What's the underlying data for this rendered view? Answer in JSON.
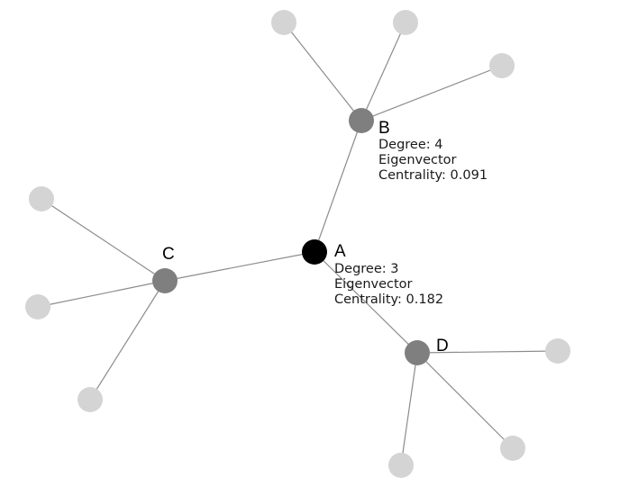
{
  "colors": {
    "edge": "#8c8c8c",
    "leaf_node": "#d4d4d4",
    "hub_node": "#7f7f7f",
    "center_node": "#000000",
    "background": "#ffffff"
  },
  "nodes": {
    "A": {
      "label": "A",
      "info": [
        "Degree: 3",
        "Eigenvector",
        "Centrality: 0.182"
      ]
    },
    "B": {
      "label": "B",
      "info": [
        "Degree: 4",
        "Eigenvector",
        "Centrality: 0.091"
      ]
    },
    "C": {
      "label": "C"
    },
    "D": {
      "label": "D"
    }
  },
  "edges": [
    [
      "A",
      "B"
    ],
    [
      "A",
      "C"
    ],
    [
      "A",
      "D"
    ],
    [
      "B",
      "B-leaf-1"
    ],
    [
      "B",
      "B-leaf-2"
    ],
    [
      "B",
      "B-leaf-3"
    ],
    [
      "C",
      "C-leaf-1"
    ],
    [
      "C",
      "C-leaf-2"
    ],
    [
      "C",
      "C-leaf-3"
    ],
    [
      "D",
      "D-leaf-1"
    ],
    [
      "D",
      "D-leaf-2"
    ],
    [
      "D",
      "D-leaf-3"
    ]
  ]
}
